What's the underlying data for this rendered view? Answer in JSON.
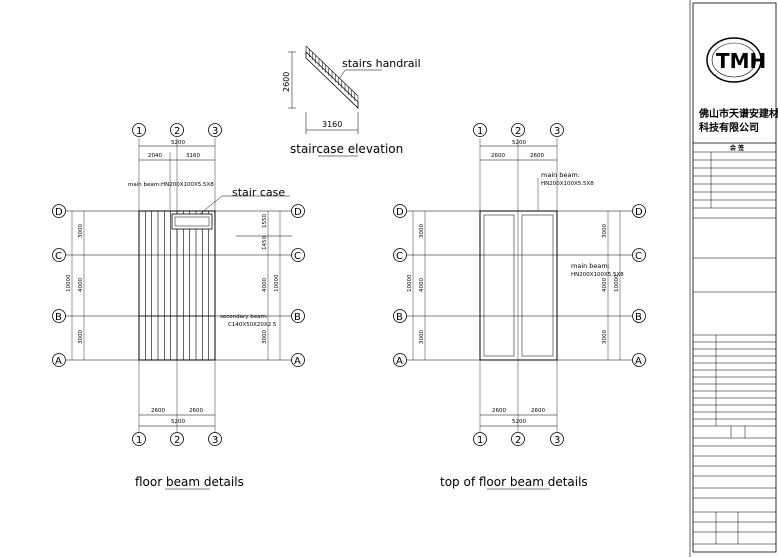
{
  "elevation": {
    "handrail_label": "stairs handrail",
    "height_dim": "2600",
    "width_dim": "3160",
    "caption": "staircase elevation"
  },
  "left_plan": {
    "caption": "floor beam details",
    "top_total": "5200",
    "top_dims": [
      "2040",
      "3160"
    ],
    "bottom_dims": [
      "2600",
      "2600"
    ],
    "bottom_total": "5200",
    "main_beam_label": "main beam:HN200X100X5.5X8",
    "stair_case_label": "stair case",
    "secondary_beam_label": "secondary beam:",
    "secondary_beam_spec": "C140X50X20X2.5",
    "left_dims": [
      "3000",
      "4000",
      "3000"
    ],
    "left_total": "10000",
    "right_dims": [
      "1550",
      "1450",
      "4000",
      "3000"
    ],
    "right_total": "10000"
  },
  "right_plan": {
    "caption": "top of floor beam details",
    "top_total": "5200",
    "top_dims": [
      "2600",
      "2600"
    ],
    "bottom_dims": [
      "2600",
      "2600"
    ],
    "bottom_total": "5200",
    "main_beam_top_label": "main beam:",
    "main_beam_top_spec": "HN200X100X5.5X8",
    "main_beam_mid_label": "main beam:",
    "main_beam_mid_spec": "HN200X100X5.5X8",
    "left_dims": [
      "3000",
      "4000",
      "3000"
    ],
    "left_total": "10000",
    "right_dims": [
      "3000",
      "4000",
      "3000"
    ],
    "right_total": "10000"
  },
  "axes": {
    "columns": [
      "1",
      "2",
      "3"
    ],
    "rows": [
      "D",
      "C",
      "B",
      "A"
    ]
  },
  "title_block": {
    "logo_text": "TMH",
    "company_line1": "佛山市天谱安建材",
    "company_line2": "科技有限公司",
    "stamp_header": "会 签"
  }
}
